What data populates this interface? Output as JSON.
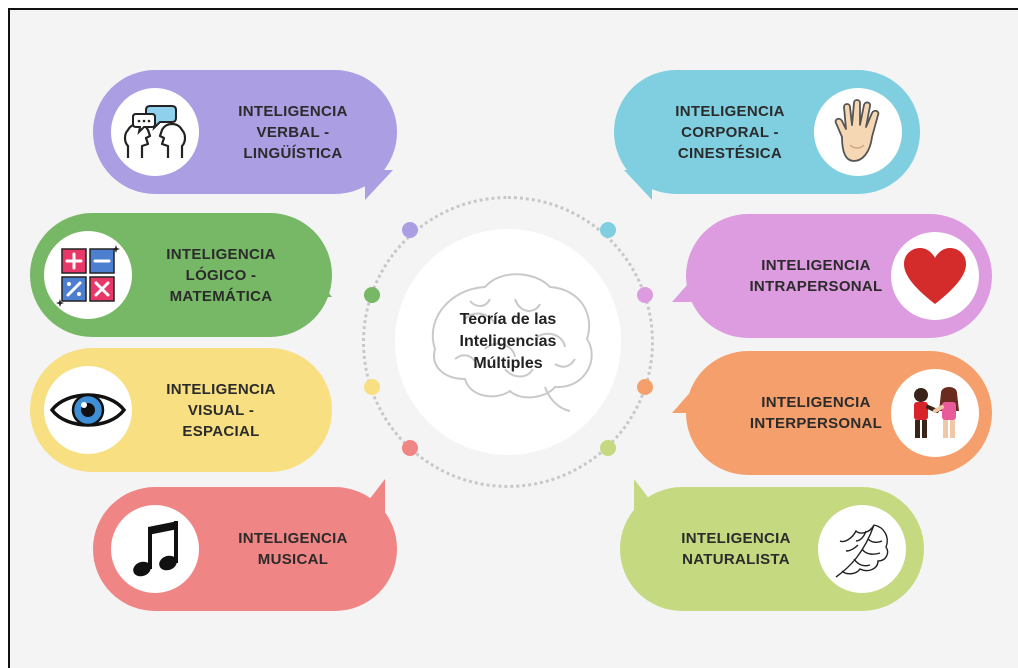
{
  "center": {
    "lines": [
      "Teoría de las",
      "Inteligencias",
      "Múltiples"
    ],
    "icon": "brain-icon"
  },
  "intelligences": [
    {
      "id": "verbal",
      "lines": [
        "INTELIGENCIA",
        "VERBAL -",
        "LINGÜÍSTICA"
      ],
      "color": "#ab9ee3",
      "icon": "talking-heads-icon"
    },
    {
      "id": "logico",
      "lines": [
        "INTELIGENCIA",
        "LÓGICO -",
        "MATEMÁTICA"
      ],
      "color": "#76b865",
      "icon": "math-operators-icon"
    },
    {
      "id": "visual",
      "lines": [
        "INTELIGENCIA",
        "VISUAL -",
        "ESPACIAL"
      ],
      "color": "#f7df82",
      "icon": "eye-icon"
    },
    {
      "id": "musical",
      "lines": [
        "INTELIGENCIA",
        "MUSICAL"
      ],
      "color": "#f08585",
      "icon": "music-note-icon"
    },
    {
      "id": "corporal",
      "lines": [
        "INTELIGENCIA",
        "CORPORAL -",
        "CINESTÉSICA"
      ],
      "color": "#80cfe0",
      "icon": "hand-icon"
    },
    {
      "id": "intrapersonal",
      "lines": [
        "INTELIGENCIA",
        "INTRAPERSONAL"
      ],
      "color": "#dd9be0",
      "icon": "heart-icon"
    },
    {
      "id": "interpersonal",
      "lines": [
        "INTELIGENCIA",
        "INTERPERSONAL"
      ],
      "color": "#f5a06c",
      "icon": "children-handshake-icon"
    },
    {
      "id": "naturalista",
      "lines": [
        "INTELIGENCIA",
        "NATURALISTA"
      ],
      "color": "#c5d981",
      "icon": "leaf-icon"
    }
  ]
}
